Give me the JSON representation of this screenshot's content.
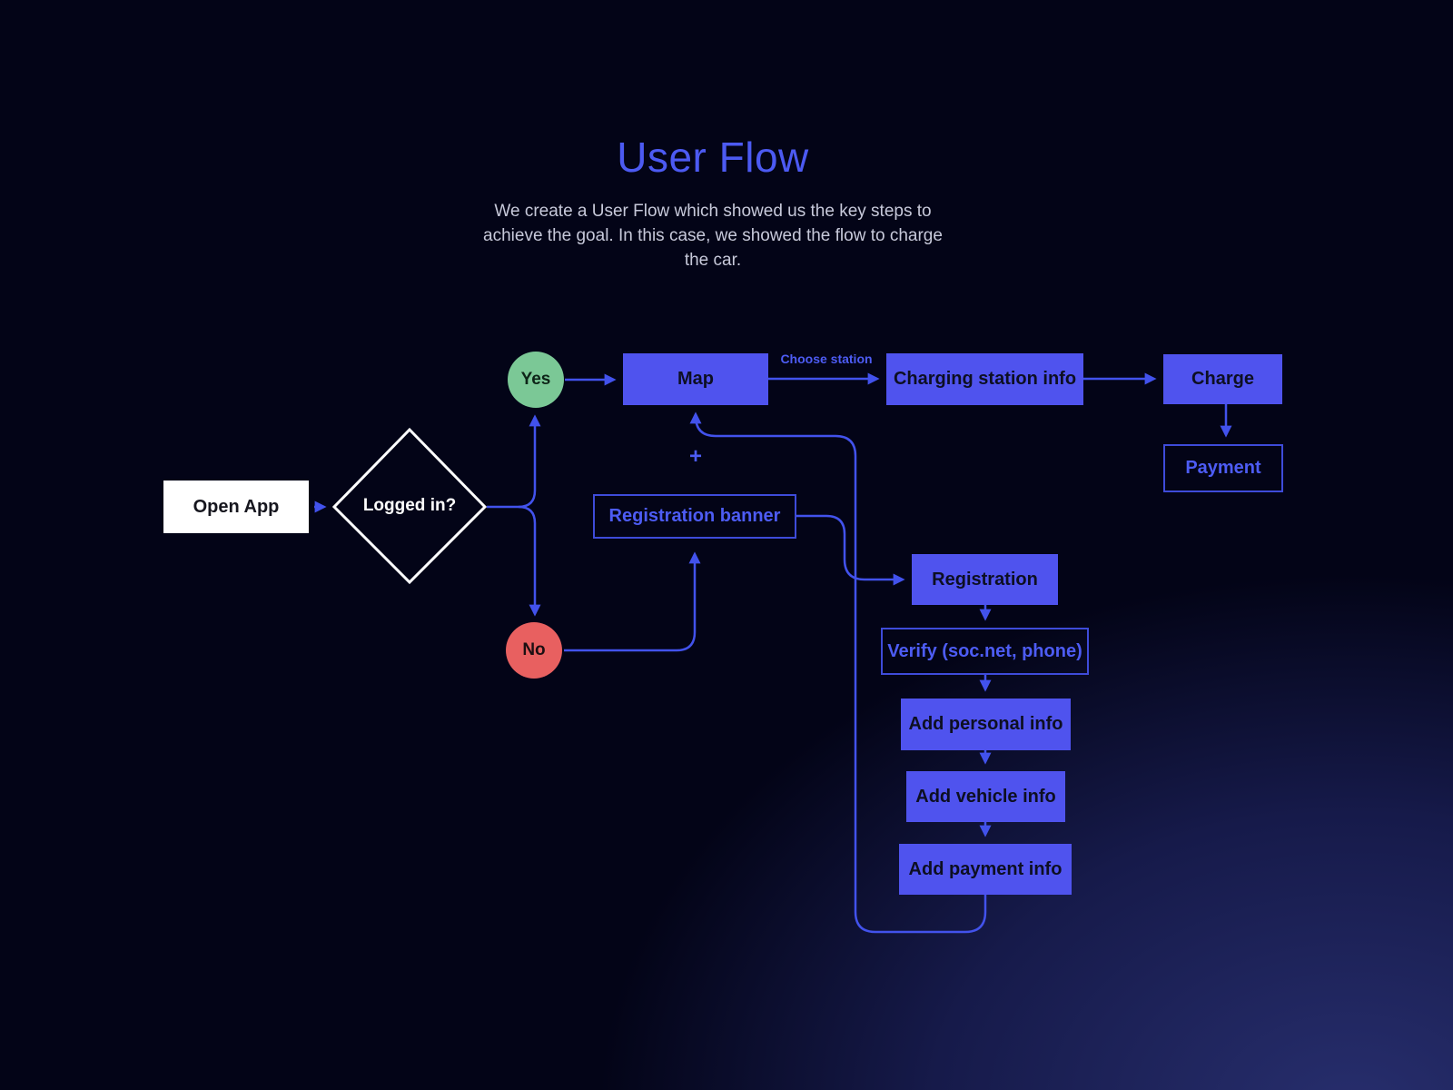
{
  "page": {
    "title": "User Flow",
    "subtitle": "We create a User Flow which showed us the key steps to achieve the goal. In this case, we showed the flow to charge the car."
  },
  "nodes": {
    "open_app": {
      "label": "Open App",
      "type": "start"
    },
    "logged_in": {
      "label": "Logged in?",
      "type": "decision"
    },
    "yes": {
      "label": "Yes",
      "type": "decision-answer"
    },
    "no": {
      "label": "No",
      "type": "decision-answer"
    },
    "map": {
      "label": "Map",
      "type": "screen"
    },
    "charging_station_info": {
      "label": "Charging station info",
      "type": "screen"
    },
    "charge": {
      "label": "Charge",
      "type": "screen"
    },
    "payment": {
      "label": "Payment",
      "type": "screen-outline"
    },
    "registration_banner": {
      "label": "Registration banner",
      "type": "screen-outline"
    },
    "registration": {
      "label": "Registration",
      "type": "screen"
    },
    "verify": {
      "label": "Verify (soc.net, phone)",
      "type": "screen-outline"
    },
    "add_personal_info": {
      "label": "Add personal info",
      "type": "screen"
    },
    "add_vehicle_info": {
      "label": "Add vehicle info",
      "type": "screen"
    },
    "add_payment_info": {
      "label": "Add payment info",
      "type": "screen"
    }
  },
  "edge_labels": {
    "choose_station": "Choose station",
    "plus": "+"
  },
  "colors": {
    "background": "#030417",
    "corner_glow": "#272e6d",
    "accent_fill": "#4f53ee",
    "accent_line": "#4252ec",
    "accent_text": "#4d5cf4",
    "title": "#4c5af2",
    "subtitle": "#c7c9da",
    "yes_green": "#7bc896",
    "no_red": "#e86060",
    "dark_text_on_fill": "#0d0f22",
    "diamond_stroke": "#ffffff",
    "start_box": "#ffffff"
  }
}
